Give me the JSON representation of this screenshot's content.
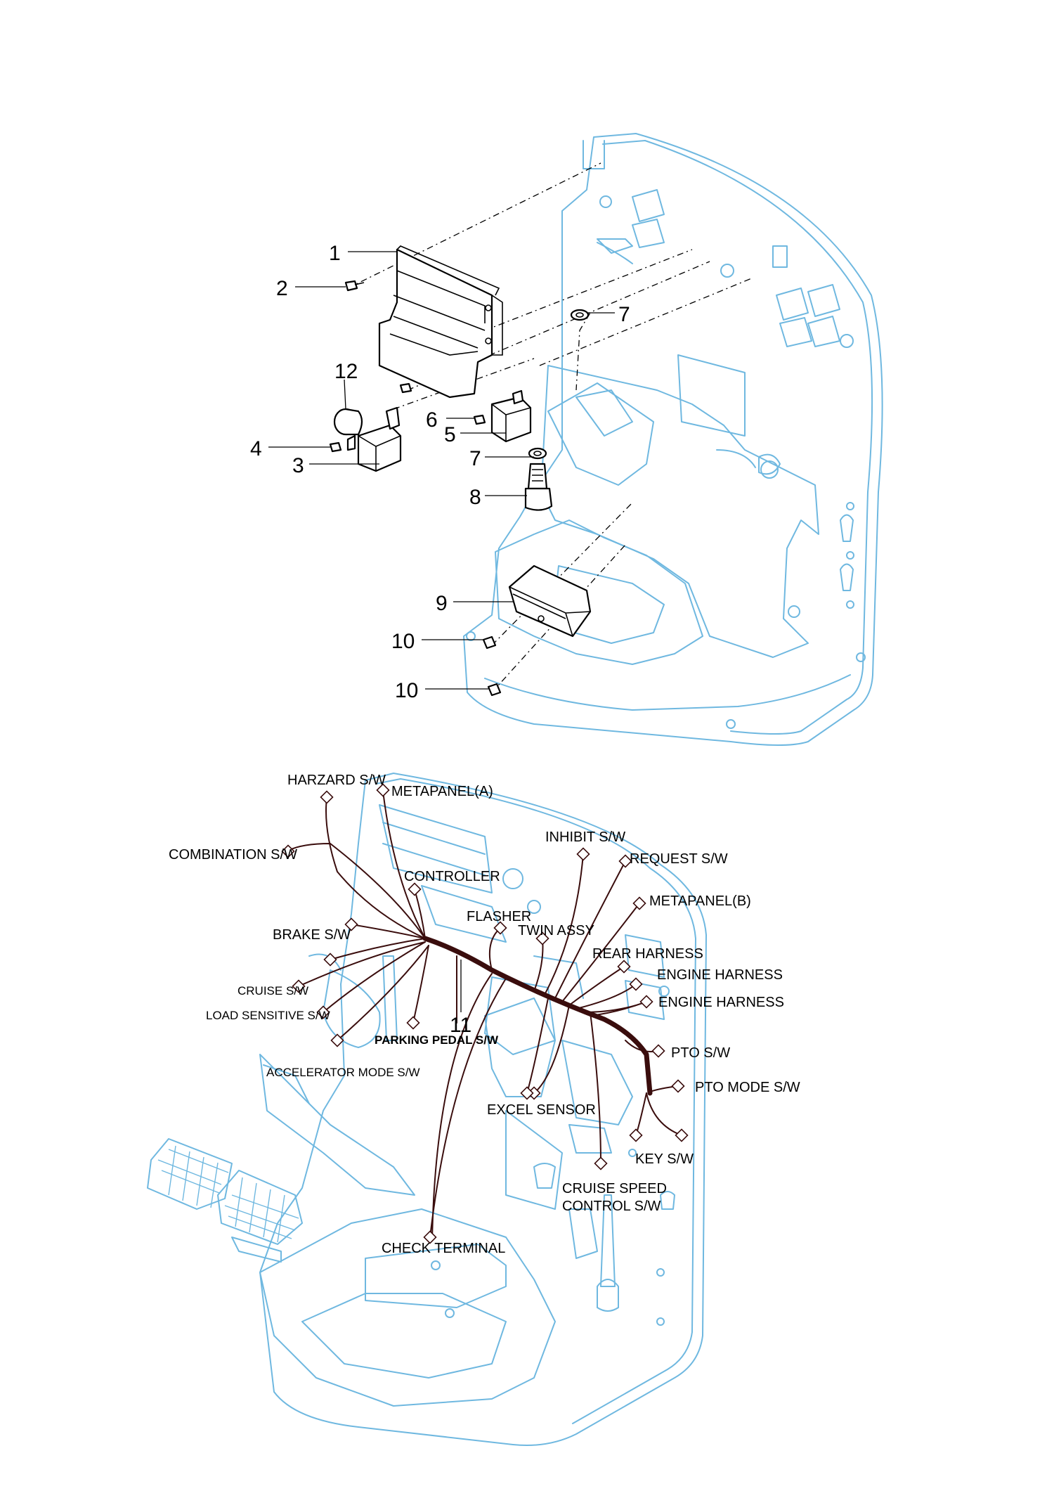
{
  "callouts": {
    "c1": "1",
    "c2": "2",
    "c3": "3",
    "c4": "4",
    "c5": "5",
    "c6": "6",
    "c7a": "7",
    "c7b": "7",
    "c8": "8",
    "c9": "9",
    "c10a": "10",
    "c10b": "10",
    "c11": "11",
    "c12": "12"
  },
  "harness_labels": {
    "harzard_sw": "HARZARD S/W",
    "metapanel_a": "METAPANEL(A)",
    "combination_sw": "COMBINATION S/W",
    "inhibit_sw": "INHIBIT S/W",
    "request_sw": "REQUEST S/W",
    "controller": "CONTROLLER",
    "metapanel_b": "METAPANEL(B)",
    "flasher": "FLASHER",
    "twin_assy": "TWIN ASSY",
    "brake_sw": "BRAKE S/W",
    "rear_harness": "REAR HARNESS",
    "engine_harness_1": "ENGINE HARNESS",
    "cruise_sw": "CRUISE S/W",
    "engine_harness_2": "ENGINE HARNESS",
    "load_sensitive_sw": "LOAD SENSITIVE S/W",
    "parking_pedal_sw": "PARKING PEDAL S/W",
    "pto_sw": "PTO S/W",
    "accelerator_mode_sw": "ACCELERATOR MODE S/W",
    "pto_mode_sw": "PTO MODE S/W",
    "excel_sensor": "EXCEL SENSOR",
    "key_sw": "KEY S/W",
    "cruise_speed_control_1": "CRUISE SPEED",
    "cruise_speed_control_2": "CONTROL S/W",
    "check_terminal": "CHECK TERMINAL"
  },
  "colors": {
    "frame_outline": "#6fb8e0",
    "harness_wire": "#3a0d0d",
    "part_outline": "#000000",
    "background": "#ffffff"
  }
}
